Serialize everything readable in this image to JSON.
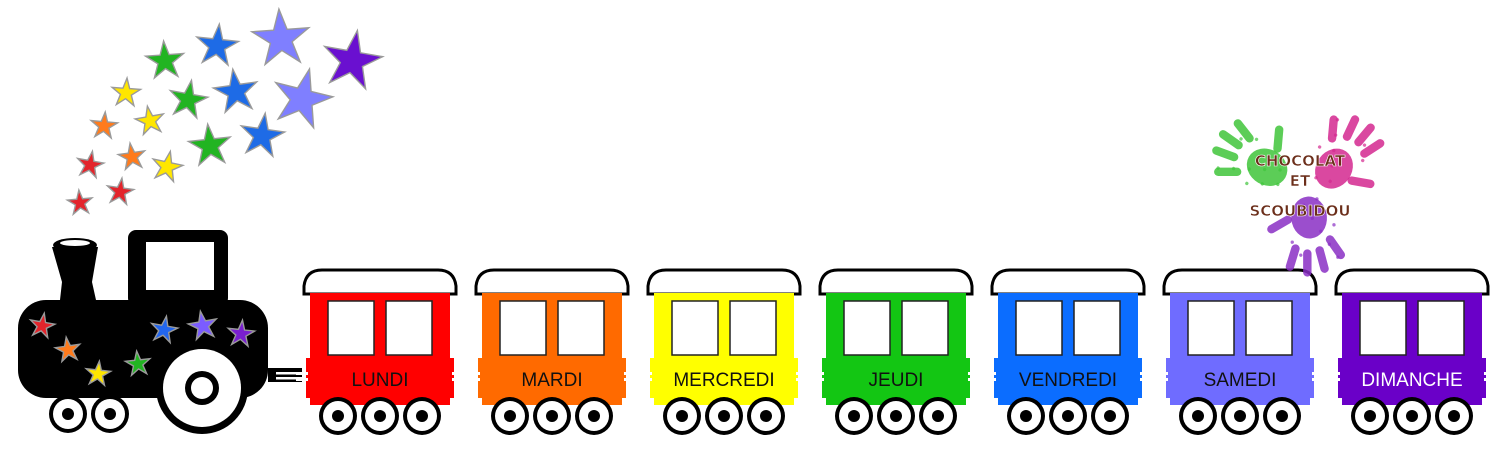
{
  "logo": {
    "line1": "CHOCOLAT",
    "line2": "ET",
    "line3": "SCOUBIDOU",
    "hand_colors": [
      "#3fc43a",
      "#d4288f",
      "#8a2fc4"
    ]
  },
  "wagons": [
    {
      "label": "LUNDI",
      "color": "#ff0000",
      "text_color": "#111111"
    },
    {
      "label": "MARDI",
      "color": "#ff6a00",
      "text_color": "#111111"
    },
    {
      "label": "MERCREDI",
      "color": "#ffff00",
      "text_color": "#111111"
    },
    {
      "label": "JEUDI",
      "color": "#13c613",
      "text_color": "#111111"
    },
    {
      "label": "VENDREDI",
      "color": "#0b6dff",
      "text_color": "#111111"
    },
    {
      "label": "SAMEDI",
      "color": "#6f6cff",
      "text_color": "#111111"
    },
    {
      "label": "DIMANCHE",
      "color": "#6a00c8",
      "text_color": "#ffffff"
    }
  ],
  "locomotive": {
    "body_color": "#000000",
    "star_colors": [
      "#e3242b",
      "#ff7b1c",
      "#ffe600",
      "#22b422",
      "#2266ee",
      "#7b5cff",
      "#7a1fd0"
    ]
  },
  "smoke_star_colors": [
    "#e3242b",
    "#ff7b1c",
    "#ffe600",
    "#22b422",
    "#1e6be6",
    "#7f7fff",
    "#6a10d0"
  ]
}
